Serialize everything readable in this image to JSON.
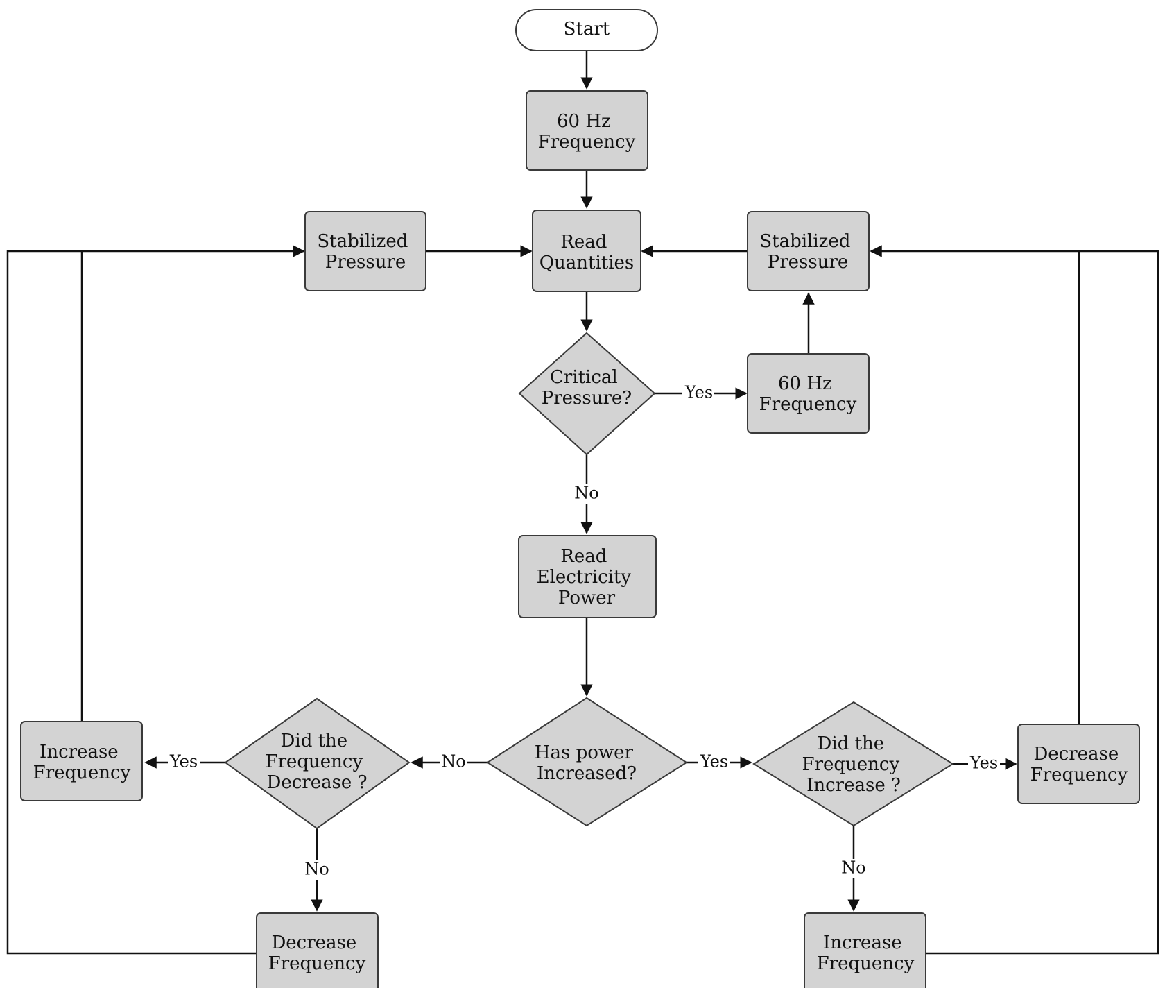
{
  "diagram": {
    "nodes": {
      "start": {
        "lines": [
          "Start"
        ]
      },
      "freq60_top": {
        "lines": [
          "60 Hz",
          "Frequency"
        ]
      },
      "read_quantities": {
        "lines": [
          "Read",
          "Quantities"
        ]
      },
      "stabilized_left": {
        "lines": [
          "Stabilized",
          "Pressure"
        ]
      },
      "stabilized_right": {
        "lines": [
          "Stabilized",
          "Pressure"
        ]
      },
      "critical_pressure": {
        "lines": [
          "Critical",
          "Pressure?"
        ]
      },
      "freq60_right": {
        "lines": [
          "60 Hz",
          "Frequency"
        ]
      },
      "read_power": {
        "lines": [
          "Read",
          "Electricity",
          "Power"
        ]
      },
      "power_increased": {
        "lines": [
          "Has  power",
          "Increased?"
        ]
      },
      "freq_decrease_q": {
        "lines": [
          "Did the",
          "Frequency",
          "Decrease ?"
        ]
      },
      "freq_increase_q": {
        "lines": [
          "Did the",
          "Frequency",
          "Increase ?"
        ]
      },
      "increase_left": {
        "lines": [
          "Increase",
          "Frequency"
        ]
      },
      "decrease_bottom_left": {
        "lines": [
          "Decrease",
          "Frequency"
        ]
      },
      "decrease_right": {
        "lines": [
          "Decrease",
          "Frequency"
        ]
      },
      "increase_bottom_right": {
        "lines": [
          "Increase",
          "Frequency"
        ]
      }
    },
    "edge_labels": {
      "critical_yes": "Yes",
      "critical_no": "No",
      "power_no": "No",
      "power_yes": "Yes",
      "decrease_yes": "Yes",
      "decrease_no": "No",
      "increase_yes": "Yes",
      "increase_no": "No"
    }
  }
}
